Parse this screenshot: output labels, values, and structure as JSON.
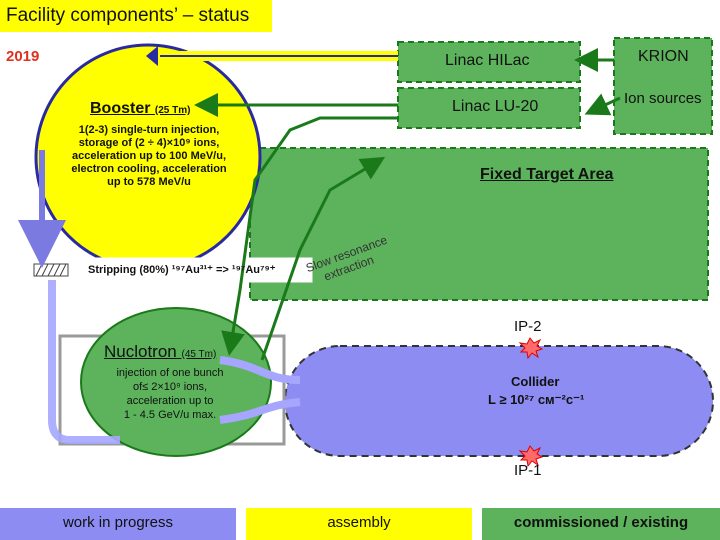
{
  "title": "Facility components’ – status",
  "year": "2019",
  "colors": {
    "in_progress": "#8c8cf2",
    "assembly": "#ffff00",
    "existing": "#5cb35c",
    "arrow": "#1a7a1a",
    "year": "#e0301e"
  },
  "booster": {
    "name": "Booster",
    "size": "(25 Tm)",
    "desc": [
      "1(2-3) single-turn injection,",
      "storage of (2 ÷ 4)×10⁹ ions,",
      "acceleration up to 100 MeV/u,",
      "electron cooling, acceleration",
      "up to 578 MeV/u"
    ]
  },
  "linac_hilac": "Linac HILac",
  "linac_lu20": "Linac LU-20",
  "krion": "KRION",
  "ion_sources": "Ion sources",
  "fixed_target": "Fixed Target Area",
  "stripping": "Stripping (80%) ¹⁹⁷Au³¹⁺ => ¹⁹⁷Au⁷⁹⁺",
  "slow_extraction": [
    "Slow resonance",
    "extraction"
  ],
  "nuclotron": {
    "name": "Nuclotron",
    "size": "(45 Tm)",
    "desc": [
      "injection of one bunch",
      "of≤ 2×10⁹ ions,",
      "acceleration up to",
      "1 - 4.5 GeV/u max."
    ]
  },
  "collider": {
    "name": "Collider",
    "lumi": "L ≥ 10²⁷ см⁻²с⁻¹",
    "ip2": "IP-2",
    "ip1": "IP-1"
  },
  "legend": {
    "in_progress": "work in progress",
    "assembly": "assembly",
    "existing": "commissioned / existing"
  }
}
